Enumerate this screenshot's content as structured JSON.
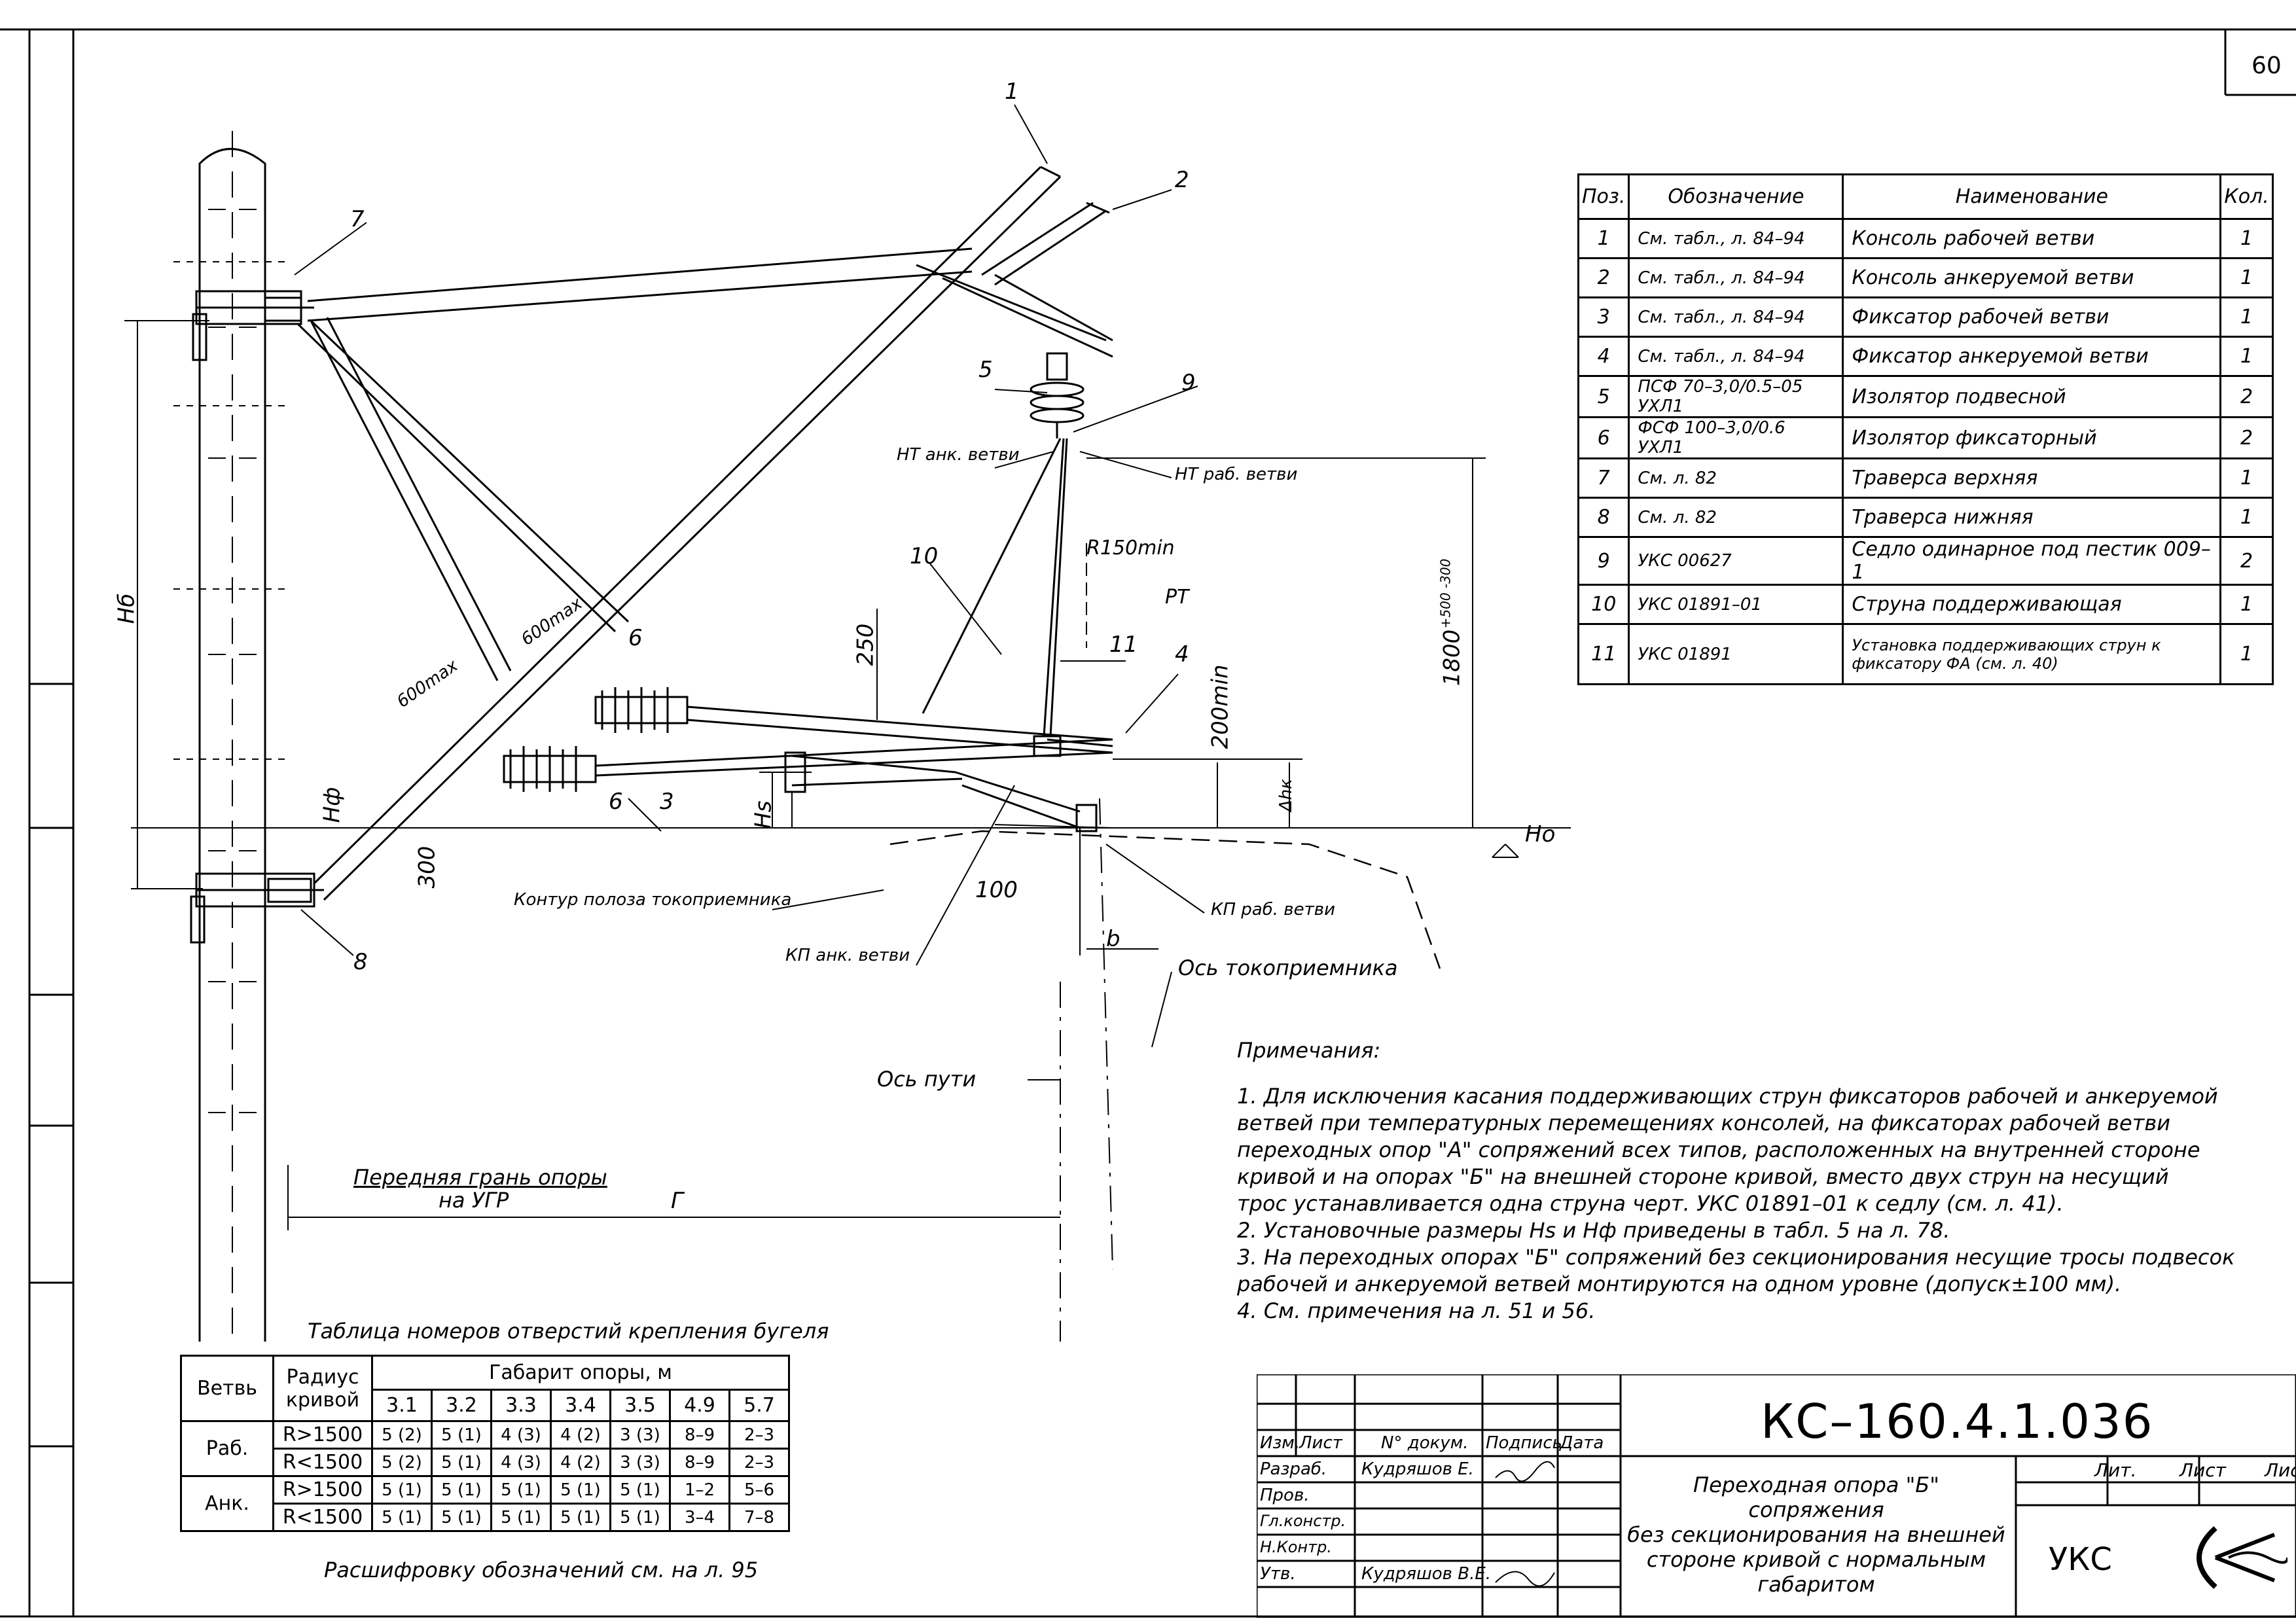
{
  "sheet_number": "60",
  "callouts": [
    "1",
    "2",
    "3",
    "4",
    "5",
    "6",
    "6",
    "7",
    "8",
    "9",
    "10",
    "11"
  ],
  "dimensions": {
    "hb": "Нб",
    "hf": "Нф",
    "hs": "Hs",
    "d300": "300",
    "d250": "250",
    "d200min": "200min",
    "d1800": "1800",
    "d1800_tol": "+500 -300",
    "d100": "100",
    "b": "b",
    "g": "Г",
    "dhk": "Δhк",
    "h0": "Ho",
    "r150": "R150min",
    "rt": "РТ",
    "d600a": "600max",
    "d600b": "600max"
  },
  "annotations": {
    "nt_ank": "НТ анк. ветви",
    "nt_rab": "НТ раб. ветви",
    "kontur": "Контур полоза токоприемника",
    "kp_ank": "КП анк. ветви",
    "kp_rab": "КП раб. ветви",
    "os_tokopr": "Ось токоприемника",
    "os_puti": "Ось пути",
    "front_face_1": "Передняя грань опоры",
    "front_face_2": "на УГР"
  },
  "spec_table": {
    "headers": [
      "Поз.",
      "Обозначение",
      "Наименование",
      "Кол."
    ],
    "rows": [
      [
        "1",
        "См. табл., л. 84–94",
        "Консоль рабочей ветви",
        "1"
      ],
      [
        "2",
        "См. табл., л. 84–94",
        "Консоль анкеруемой ветви",
        "1"
      ],
      [
        "3",
        "См. табл., л. 84–94",
        "Фиксатор рабочей ветви",
        "1"
      ],
      [
        "4",
        "См. табл., л. 84–94",
        "Фиксатор анкеруемой ветви",
        "1"
      ],
      [
        "5",
        "ПСФ 70–3,0/0.5–05 УХЛ1",
        "Изолятор подвесной",
        "2"
      ],
      [
        "6",
        "ФСФ 100–3,0/0.6 УХЛ1",
        "Изолятор фиксаторный",
        "2"
      ],
      [
        "7",
        "См. л. 82",
        "Траверса верхняя",
        "1"
      ],
      [
        "8",
        "См. л. 82",
        "Траверса нижняя",
        "1"
      ],
      [
        "9",
        "УКС 00627",
        "Седло одинарное под пестик 009–1",
        "2"
      ],
      [
        "10",
        "УКС 01891–01",
        "Струна поддерживающая",
        "1"
      ],
      [
        "11",
        "УКС 01891",
        "Установка поддерживающих струн к фиксатору ФА (см. л. 40)",
        "1"
      ]
    ]
  },
  "holes_table": {
    "title": "Таблица номеров отверстий крепления бугеля",
    "h_branch": "Ветвь",
    "h_radius": "Радиус кривой",
    "h_gabarit": "Габарит опоры, м",
    "gabarits": [
      "3.1",
      "3.2",
      "3.3",
      "3.4",
      "3.5",
      "4.9",
      "5.7"
    ],
    "rows": [
      {
        "branch": "Раб.",
        "radius": "R>1500",
        "values": [
          "5 (2)",
          "5 (1)",
          "4 (3)",
          "4 (2)",
          "3 (3)",
          "8–9",
          "2–3"
        ]
      },
      {
        "branch": "",
        "radius": "R<1500",
        "values": [
          "5 (2)",
          "5 (1)",
          "4 (3)",
          "4 (2)",
          "3 (3)",
          "8–9",
          "2–3"
        ]
      },
      {
        "branch": "Анк.",
        "radius": "R>1500",
        "values": [
          "5 (1)",
          "5 (1)",
          "5 (1)",
          "5 (1)",
          "5 (1)",
          "1–2",
          "5–6"
        ]
      },
      {
        "branch": "",
        "radius": "R<1500",
        "values": [
          "5 (1)",
          "5 (1)",
          "5 (1)",
          "5 (1)",
          "5 (1)",
          "3–4",
          "7–8"
        ]
      }
    ],
    "footnote": "Расшифровку обозначений см. на л. 95"
  },
  "notes": {
    "title": "Примечания:",
    "lines": [
      "1. Для исключения касания поддерживающих струн фиксаторов рабочей и анкеруемой",
      "ветвей при температурных перемещениях консолей, на фиксаторах рабочей ветви",
      "переходных опор \"А\" сопряжений всех типов, расположенных на внутренней стороне",
      "кривой  и на опорах \"Б\" на внешней стороне кривой, вместо двух струн на несущий",
      "трос устанавливается одна струна черт. УКС 01891–01 к седлу (см. л. 41).",
      "2. Установочные размеры Hs и Нф приведены в табл. 5 на л. 78.",
      "3. На переходных опорах \"Б\" сопряжений без секционирования несущие тросы подвесок",
      "рабочей и анкеруемой ветвей монтируются на одном уровне (допуск±100 мм).",
      "4. См. примечения на л. 51 и 56."
    ]
  },
  "title_block": {
    "doc_code": "КС–160.4.1.036",
    "title_lines": [
      "Переходная опора \"Б\" сопряжения",
      "без секционирования на внешней",
      "стороне кривой с нормальным",
      "габаритом"
    ],
    "h_izm": "Изм.",
    "h_list": "Лист",
    "h_doc": "N° докум.",
    "h_sign": "Подпись",
    "h_date": "Дата",
    "roles": [
      "Разраб.",
      "Пров.",
      "Гл.констр.",
      "Н.Контр.",
      "Утв."
    ],
    "developer": "Кудряшов Е.",
    "approver": "Кудряшов В.Е.",
    "lit": "Лит.",
    "list": "Лист",
    "listov": "Листов",
    "org": "УКС"
  }
}
